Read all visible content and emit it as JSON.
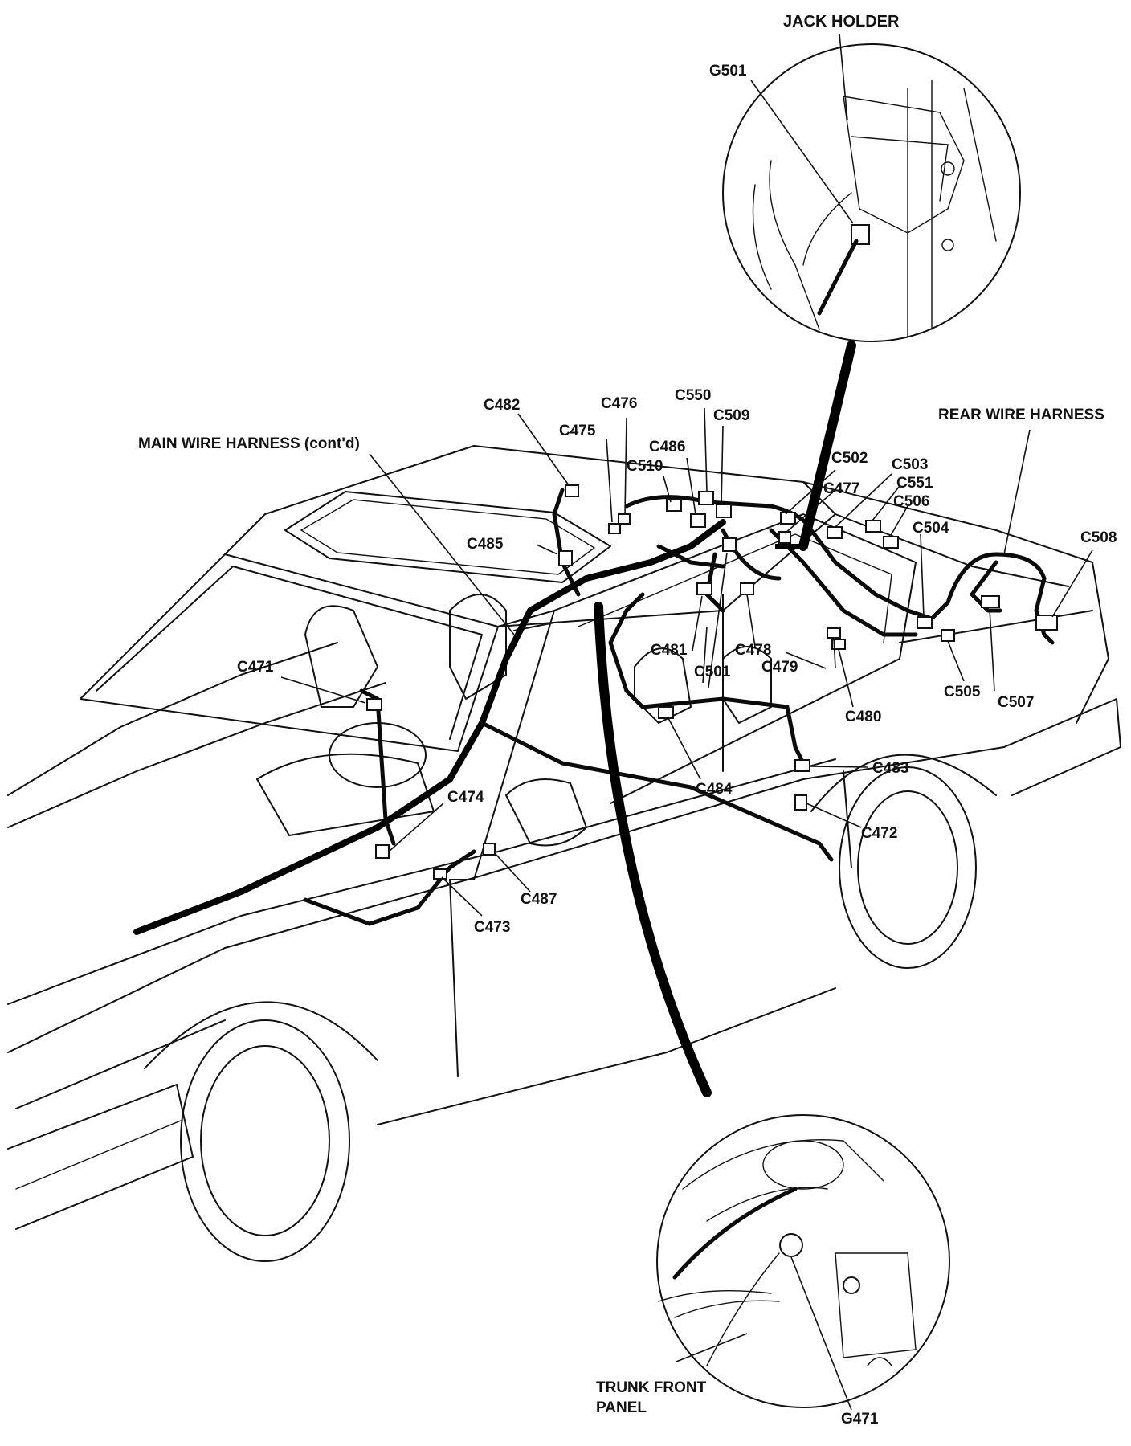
{
  "callouts": {
    "jack_holder": "JACK HOLDER",
    "g501": "G501",
    "main_wire_harness": "MAIN WIRE HARNESS (cont'd)",
    "rear_wire_harness": "REAR WIRE HARNESS",
    "trunk_front_panel_line1": "TRUNK FRONT",
    "trunk_front_panel_line2": "PANEL",
    "g471": "G471"
  },
  "connectors": {
    "c471": "C471",
    "c472": "C472",
    "c473": "C473",
    "c474": "C474",
    "c475": "C475",
    "c476": "C476",
    "c477": "C477",
    "c478": "C478",
    "c479": "C479",
    "c480": "C480",
    "c481": "C481",
    "c482": "C482",
    "c483": "C483",
    "c484": "C484",
    "c485": "C485",
    "c486": "C486",
    "c487": "C487",
    "c501": "C501",
    "c502": "C502",
    "c503": "C503",
    "c504": "C504",
    "c505": "C505",
    "c506": "C506",
    "c507": "C507",
    "c508": "C508",
    "c509": "C509",
    "c510": "C510",
    "c550": "C550",
    "c551": "C551"
  }
}
